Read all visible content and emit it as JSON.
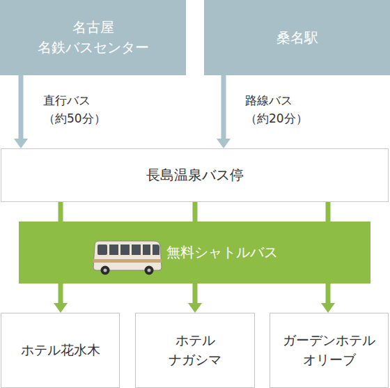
{
  "diagram": {
    "nodes": [
      {
        "text": [
          "名古屋 名鉄バスセンター"
        ]
      },
      {
        "text": [
          "桑名駅"
        ]
      },
      {
        "text": [
          "長島温泉バス停"
        ]
      },
      {
        "text": [
          "無料シャトルバス"
        ]
      },
      {
        "text": [
          "ホテル花水木"
        ]
      },
      {
        "text": [
          "ホテル ナガシマ"
        ]
      },
      {
        "text": [
          "ガーデンホテル オリーブ"
        ]
      }
    ],
    "edges": [
      {
        "from": 0,
        "to": 2,
        "arrow": "to",
        "label": "直行バス （約50分）"
      },
      {
        "from": 1,
        "to": 2,
        "arrow": "to",
        "label": "路線バス （約20分）"
      },
      {
        "from": 2,
        "to": 3,
        "arrow": "none"
      },
      {
        "from": 2,
        "to": 3,
        "arrow": "none"
      },
      {
        "from": 2,
        "to": 3,
        "arrow": "none"
      },
      {
        "from": 3,
        "to": 4,
        "arrow": "to"
      },
      {
        "from": 3,
        "to": 5,
        "arrow": "to"
      },
      {
        "from": 3,
        "to": 6,
        "arrow": "to"
      }
    ]
  }
}
